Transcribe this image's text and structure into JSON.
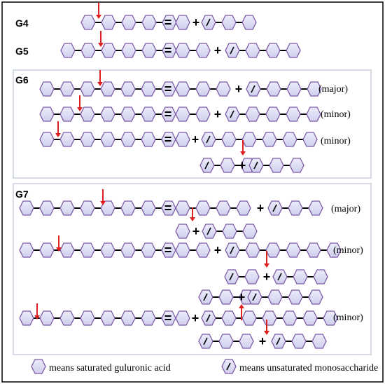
{
  "colors": {
    "hex_fill": "#d9d9f3",
    "hex_stroke": "#7b5aa6",
    "arrow": "#e02020",
    "frame": "#000000",
    "box": "#c8d0dc"
  },
  "icons": {
    "cleavage": "red-down-arrow",
    "saturated": "hexagon",
    "unsaturated": "hexagon-with-slash"
  },
  "labels": {
    "g4": "G4",
    "g5": "G5",
    "g6": "G6",
    "g7": "G7",
    "major": "(major)",
    "minor": "(minor)"
  },
  "symbols": {
    "equals": "=",
    "plus": "+"
  },
  "legend": {
    "saturated": "means saturated guluronic acid",
    "unsaturated": "means unsaturated monosaccharide"
  }
}
